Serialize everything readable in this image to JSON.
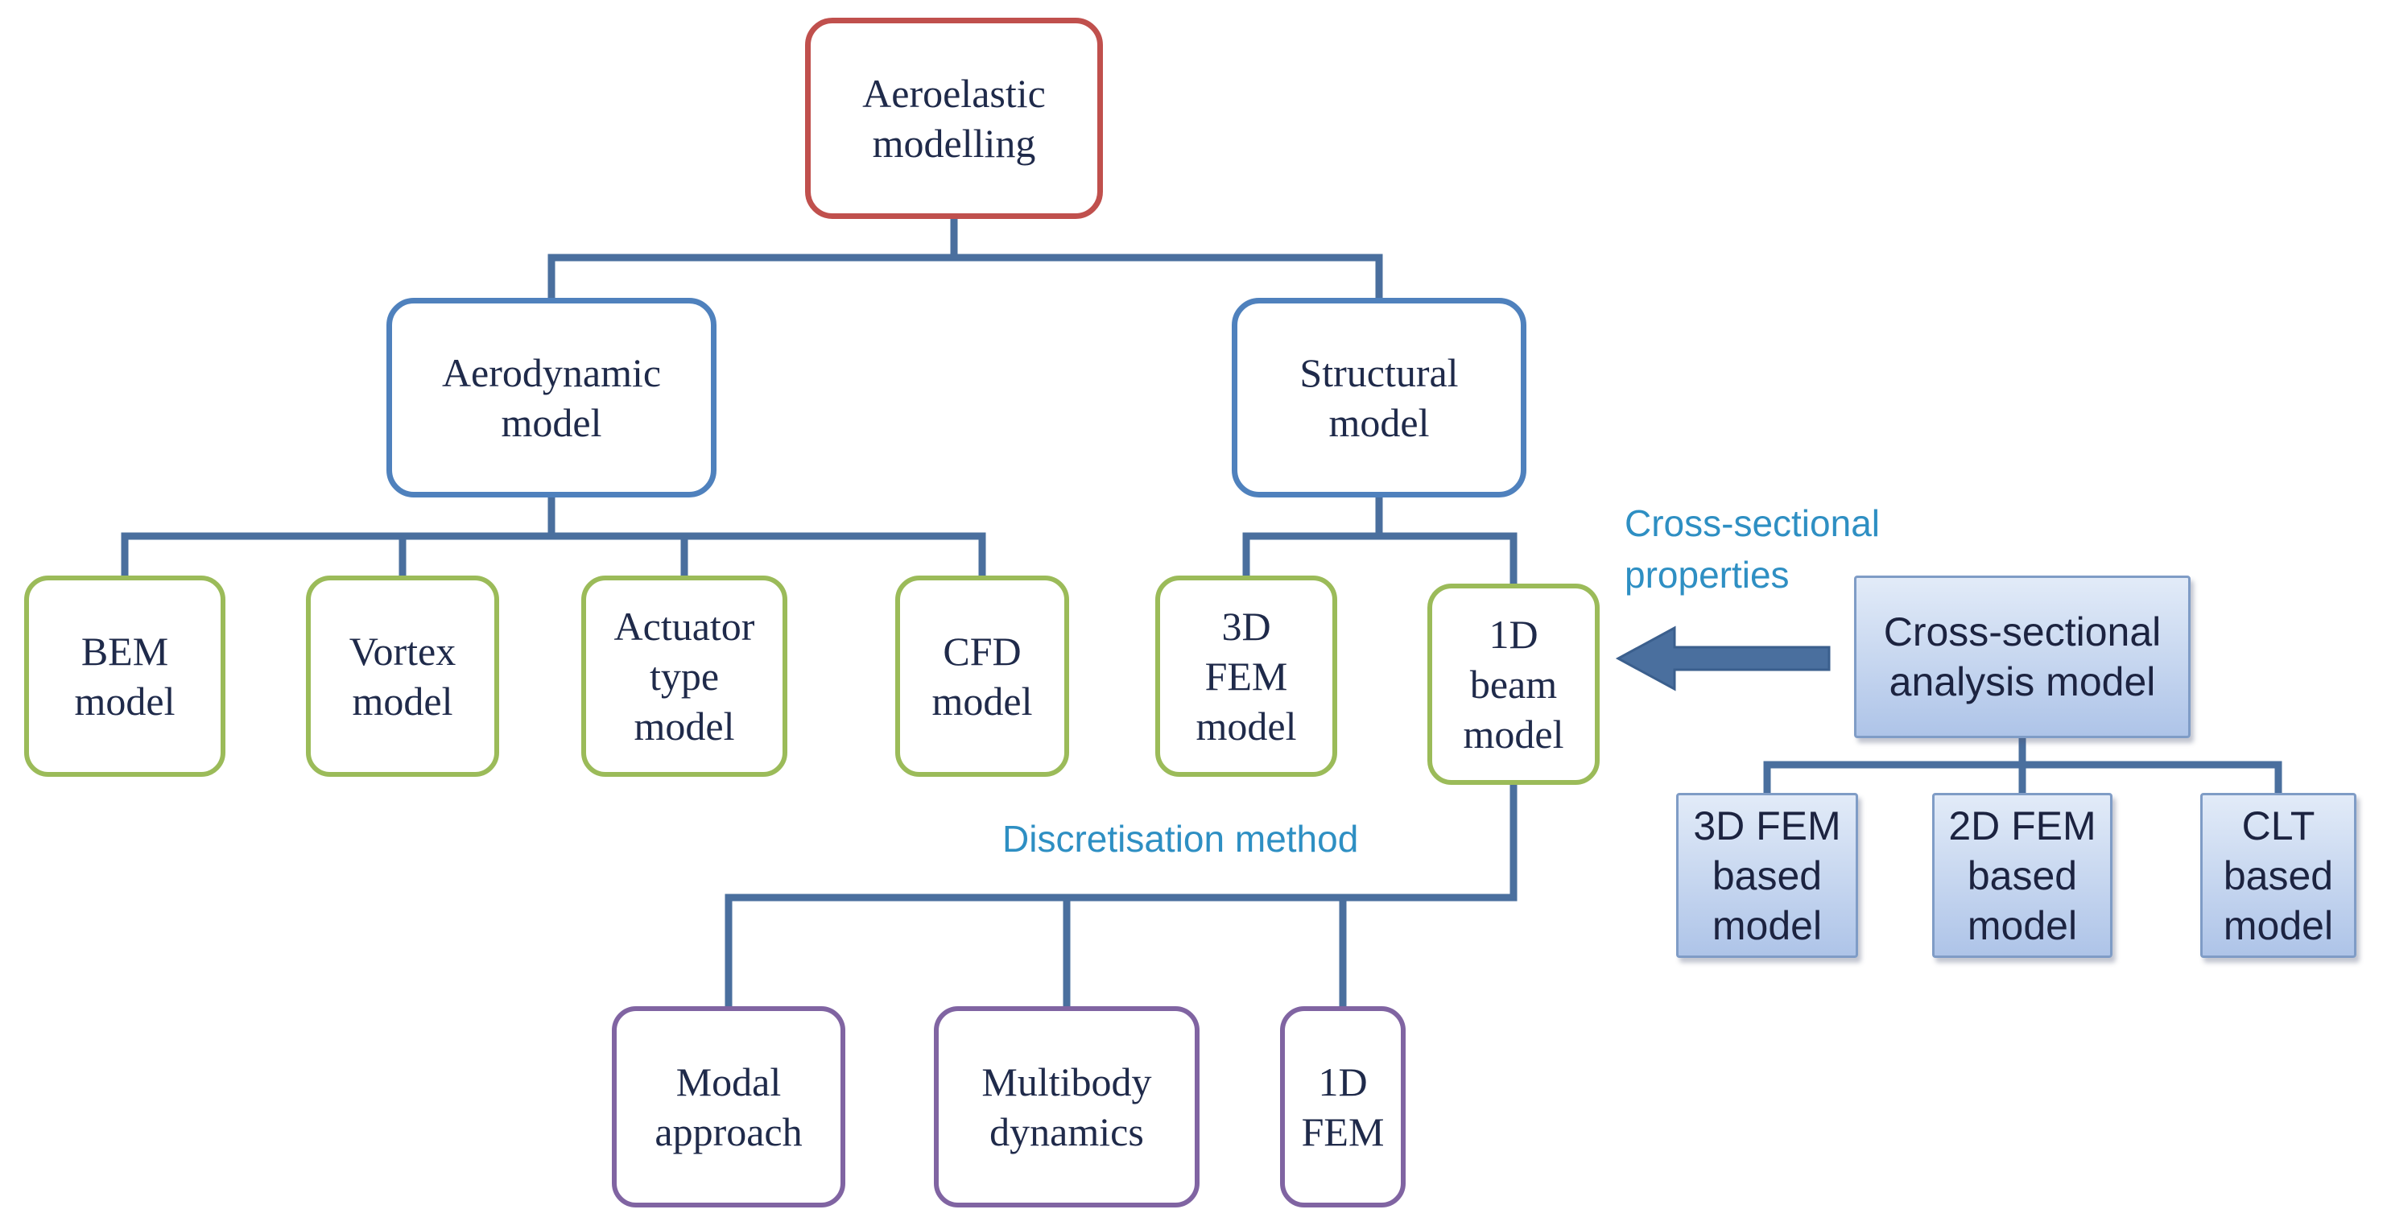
{
  "nodes": {
    "aeroelastic": "Aeroelastic\nmodelling",
    "aerodynamic": "Aerodynamic\nmodel",
    "structural": "Structural\nmodel",
    "bem": "BEM\nmodel",
    "vortex": "Vortex\nmodel",
    "actuator": "Actuator\ntype\nmodel",
    "cfd": "CFD\nmodel",
    "fem3d": "3D\nFEM\nmodel",
    "beam1d": "1D\nbeam\nmodel",
    "cross_sectional": "Cross-sectional\nanalysis model",
    "fem3d_based": "3D FEM\nbased\nmodel",
    "fem2d_based": "2D FEM\nbased\nmodel",
    "clt_based": "CLT\nbased\nmodel",
    "modal": "Modal\napproach",
    "multibody": "Multibody\ndynamics",
    "fem1d": "1D\nFEM"
  },
  "labels": {
    "cross_sectional_properties": "Cross-sectional\nproperties",
    "discretisation_method": "Discretisation method"
  },
  "colors": {
    "root_border": "#c0504d",
    "level1_border": "#4f81bd",
    "level2_border": "#9bbb59",
    "discretisation_border": "#8064a2",
    "connector": "#4a6f9e",
    "annotation_text": "#2e8fc3"
  }
}
